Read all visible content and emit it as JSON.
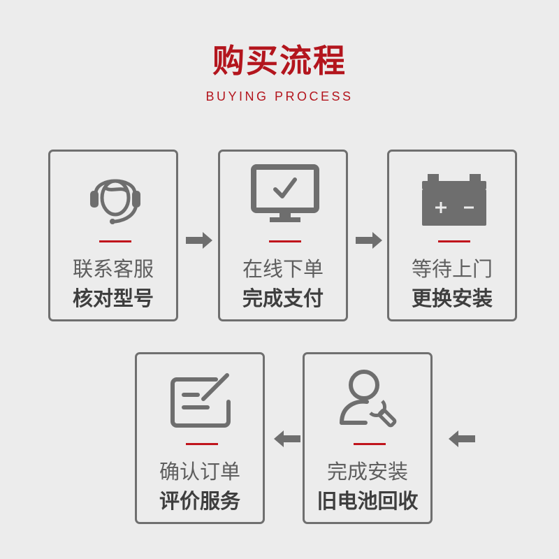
{
  "header": {
    "title": "购买流程",
    "subtitle": "BUYING PROCESS"
  },
  "colors": {
    "accent": "#b3151d",
    "icon": "#6e6e6e",
    "border": "#6f6f6f",
    "background": "#ececec"
  },
  "steps": [
    {
      "icon": "headset-icon",
      "line1": "联系客服",
      "line2": "核对型号"
    },
    {
      "icon": "monitor-check-icon",
      "line1": "在线下单",
      "line2": "完成支付"
    },
    {
      "icon": "battery-icon",
      "line1": "等待上门",
      "line2": "更换安装"
    },
    {
      "icon": "user-wrench-icon",
      "line1": "完成安装",
      "line2": "旧电池回收"
    },
    {
      "icon": "edit-form-icon",
      "line1": "确认订单",
      "line2": "评价服务"
    }
  ]
}
